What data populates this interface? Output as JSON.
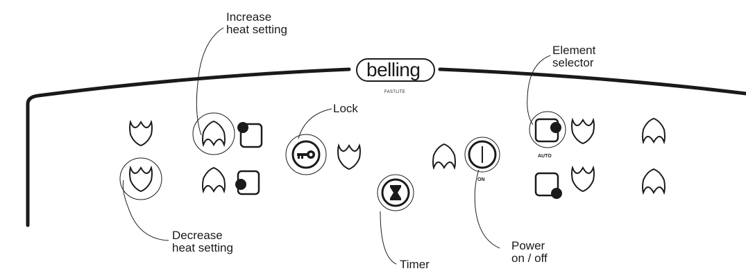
{
  "brand": {
    "logo_text": "belling",
    "model": "FASTLITE"
  },
  "labels": {
    "increase": [
      "Increase",
      "heat setting"
    ],
    "decrease": [
      "Decrease",
      "heat setting"
    ],
    "lock": "Lock",
    "timer": "Timer",
    "power": [
      "Power",
      "on / off"
    ],
    "element": [
      "Element",
      "selector"
    ]
  },
  "keys": {
    "auto": "AUTO",
    "on": "ON"
  },
  "colors": {
    "ink": "#1a1a1a",
    "background": "#ffffff"
  }
}
